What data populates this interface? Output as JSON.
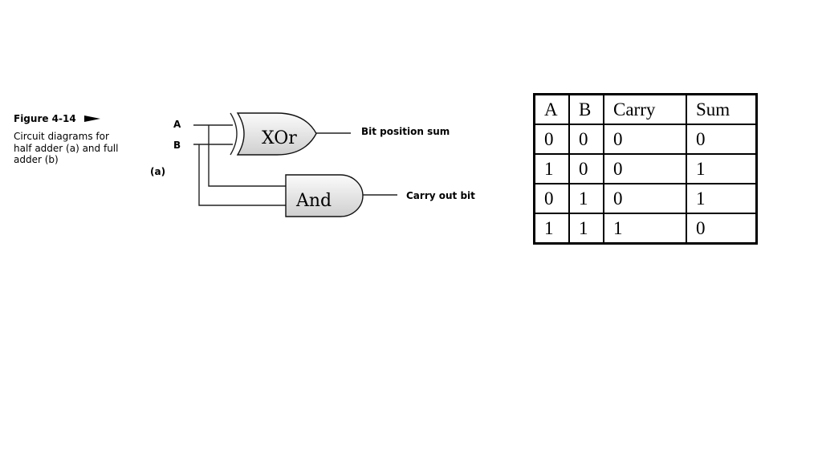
{
  "figure": {
    "label": "Figure 4-14",
    "description": "Circuit diagrams for half adder (a) and full adder (b)",
    "part_label": "(a)"
  },
  "circuit": {
    "input_a": "A",
    "input_b": "B",
    "xor_gate_label": "XOr",
    "and_gate_label": "And",
    "sum_output_label": "Bit position sum",
    "carry_output_label": "Carry out bit"
  },
  "truth_table": {
    "headers": [
      "A",
      "B",
      "Carry",
      "Sum"
    ],
    "rows": [
      [
        "0",
        "0",
        "0",
        "0"
      ],
      [
        "1",
        "0",
        "0",
        "1"
      ],
      [
        "0",
        "1",
        "0",
        "1"
      ],
      [
        "1",
        "1",
        "1",
        "0"
      ]
    ]
  }
}
